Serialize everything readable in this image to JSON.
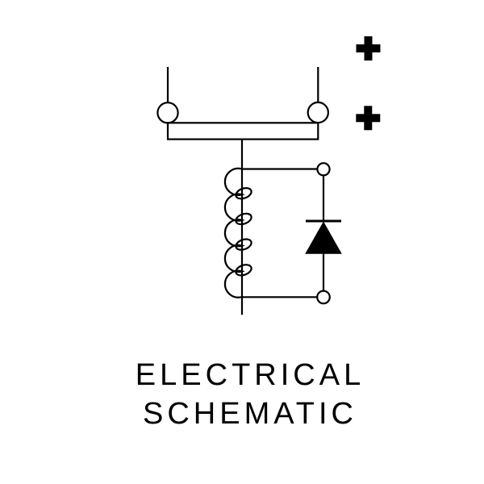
{
  "schematic": {
    "caption": {
      "line1": "ELECTRICAL",
      "line2": "SCHEMATIC"
    },
    "polarity_markers": [
      "+",
      "+"
    ],
    "colors": {
      "line": "#000000",
      "background": "#ffffff",
      "diode_fill": "#000000"
    },
    "components": [
      "terminal-leads",
      "contact-circles",
      "armature-bar",
      "solenoid-coil",
      "flyback-diode",
      "diode-terminals"
    ]
  }
}
